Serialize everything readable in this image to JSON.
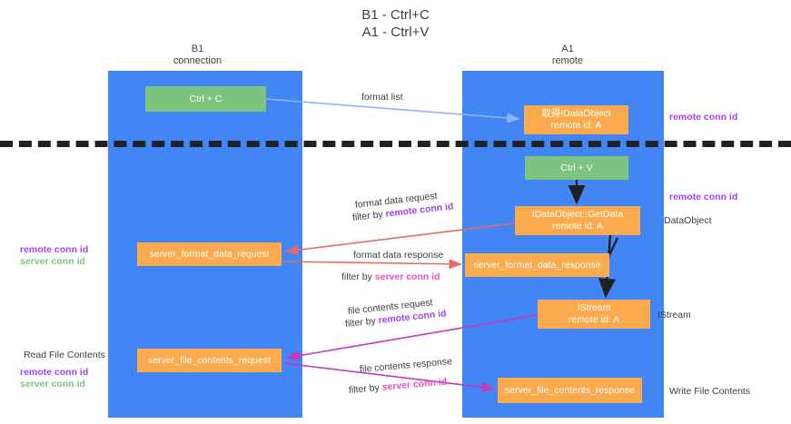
{
  "title": {
    "line1": "B1 - Ctrl+C",
    "line2": "A1 - Ctrl+V"
  },
  "columns": {
    "left": {
      "name": "B1",
      "role": "connection"
    },
    "right": {
      "name": "A1",
      "role": "remote"
    }
  },
  "nodes": {
    "ctrl_c": {
      "label": "Ctrl + C",
      "color": "#7cc47f"
    },
    "idataobject": {
      "line1": "取得IDataObject",
      "line2": "remote id: A",
      "color": "#fbab4e"
    },
    "ctrl_v": {
      "label": "Ctrl + V",
      "color": "#7cc47f"
    },
    "getdata": {
      "line1": "IDataObject::GetData",
      "line2": "remote id: A",
      "color": "#fbab4e"
    },
    "server_format_data_request": {
      "label": "server_format_data_request",
      "color": "#fbab4e"
    },
    "server_format_data_response": {
      "label": "server_format_data_response",
      "color": "#fbab4e"
    },
    "istream": {
      "line1": "IStream",
      "line2": "remote id: A",
      "color": "#fbab4e"
    },
    "server_file_contents_request": {
      "label": "server_file_contents_request",
      "color": "#fbab4e"
    },
    "server_file_contents_response": {
      "label": "server_file_contents_response",
      "color": "#fbab4e"
    }
  },
  "edge_labels": {
    "format_list": "format list",
    "format_data_request": "format data request",
    "format_data_request_filter_prefix": "filter by ",
    "format_data_request_filter_key": "remote conn id",
    "format_data_response": "format data response",
    "format_data_response_filter_prefix": "filter by ",
    "format_data_response_filter_key": "server conn id",
    "file_contents_request": "file contents request",
    "file_contents_request_filter_prefix": "filter by ",
    "file_contents_request_filter_key": "remote conn id",
    "file_contents_response": "file contents response",
    "file_contents_response_filter_prefix": "filter by ",
    "file_contents_response_filter_key": "server conn id"
  },
  "annotations": {
    "right_remote_conn_id_top": "remote conn id",
    "right_remote_conn_id_mid": "remote conn id",
    "right_dataobject": "DataObject",
    "right_istream": "IStream",
    "right_write_file_contents": "Write File Contents",
    "left_remote_conn_id_mid": "remote conn id",
    "left_server_conn_id_mid": "server conn id",
    "left_read_file_contents": "Read File Contents",
    "left_remote_conn_id_bottom": "remote conn id",
    "left_server_conn_id_bottom": "server conn id"
  },
  "colors": {
    "lane": "#4285f4",
    "green_node": "#7cc47f",
    "orange_node": "#fbab4e",
    "remote_conn_id": "#a142f4",
    "server_conn_id_label": "#e352c0",
    "server_conn_id_green": "#7cc47f",
    "arrow_blue": "#8ab4f8",
    "arrow_red": "#ea6a62",
    "arrow_magenta": "#c838b8",
    "arrow_black": "#202124",
    "divider": "#202124",
    "text": "#3c4043"
  }
}
